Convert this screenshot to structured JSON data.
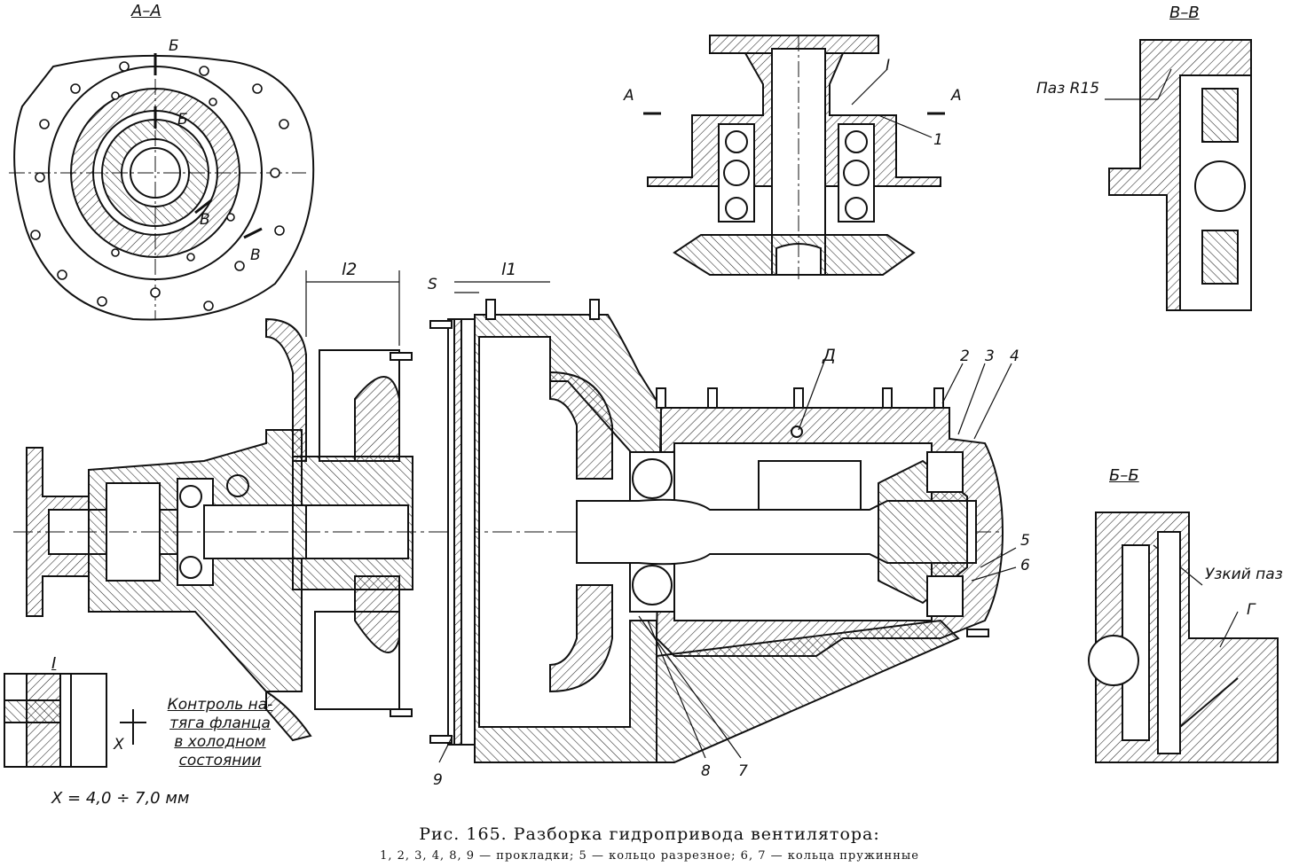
{
  "sections": {
    "aa": "А–А",
    "vv": "В–В",
    "bb": "Б–Б",
    "detail_i": "I"
  },
  "dimensions": {
    "l2": "l2",
    "l1": "l1",
    "s": "S",
    "x": "X"
  },
  "markers": {
    "a_left": "А",
    "a_right": "А",
    "b_top": "Б",
    "b_inner": "Б",
    "v1": "В",
    "v2": "В",
    "detail_ref": "I",
    "d": "Д",
    "g": "Г"
  },
  "part_numbers": [
    "1",
    "2",
    "3",
    "4",
    "5",
    "6",
    "7",
    "8",
    "9"
  ],
  "annotations": {
    "paz_r15": "Паз R15",
    "uzkiy_paz": "Узкий паз",
    "control_note": [
      "Контроль на-",
      "тяга фланца",
      "в холодном",
      "состоянии"
    ],
    "formula": "X = 4,0 ÷ 7,0 мм"
  },
  "caption": {
    "title": "Рис. 165. Разборка гидропривода вентилятора:",
    "legend": "1, 2, 3, 4, 8, 9 — прокладки; 5 — кольцо разрезное; 6, 7 — кольца пружинные"
  },
  "colors": {
    "ink": "#111111",
    "paper": "#ffffff",
    "hatch": "#222222"
  }
}
